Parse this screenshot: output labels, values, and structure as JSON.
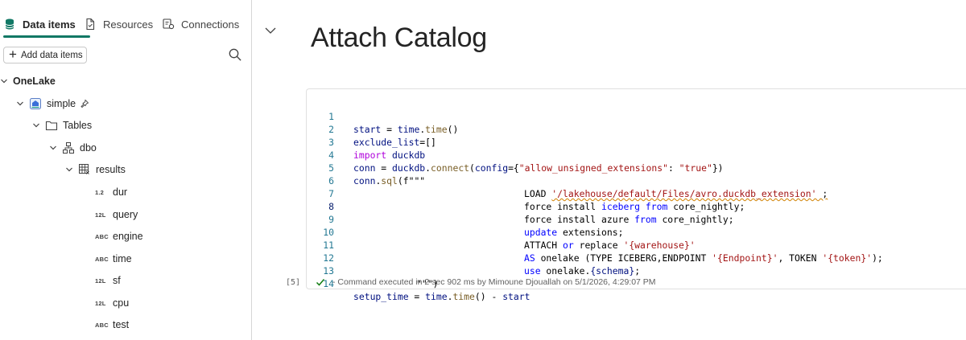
{
  "sidebar": {
    "tabs": [
      {
        "label": "Data items",
        "icon": "database-icon",
        "active": true
      },
      {
        "label": "Resources",
        "icon": "file-icon",
        "active": false
      },
      {
        "label": "Connections",
        "icon": "connection-icon",
        "active": false
      }
    ],
    "add_button_label": "Add data items",
    "tree": {
      "root": "OneLake",
      "lakehouse": "simple",
      "tables_folder": "Tables",
      "schema": "dbo",
      "table": "results",
      "columns": [
        {
          "type": "1.2",
          "name": "dur"
        },
        {
          "type": "12L",
          "name": "query"
        },
        {
          "type": "ABC",
          "name": "engine"
        },
        {
          "type": "ABC",
          "name": "time"
        },
        {
          "type": "12L",
          "name": "sf"
        },
        {
          "type": "12L",
          "name": "cpu"
        },
        {
          "type": "ABC",
          "name": "test"
        }
      ]
    }
  },
  "main": {
    "title": "Attach Catalog",
    "code_lines": [
      "1",
      "2",
      "3",
      "4",
      "5",
      "6",
      "7",
      "8",
      "9",
      "10",
      "11",
      "12",
      "13",
      "14"
    ],
    "code": {
      "l1a": "start",
      "l1b": " = ",
      "l1c": "time",
      "l1d": ".",
      "l1e": "time",
      "l1f": "()",
      "l2a": "exclude_list",
      "l2b": "=[]",
      "l3a": "import",
      "l3b": " ",
      "l3c": "duckdb",
      "l4a": "conn",
      "l4b": " = ",
      "l4c": "duckdb",
      "l4d": ".",
      "l4e": "connect",
      "l4f": "(",
      "l4g": "config",
      "l4h": "={",
      "l4i": "\"allow_unsigned_extensions\"",
      "l4j": ": ",
      "l4k": "\"true\"",
      "l4l": "})",
      "l5a": "conn",
      "l5b": ".",
      "l5c": "sql",
      "l5d": "(f\"\"\"",
      "l6a": "LOAD ",
      "l6b": "'/lakehouse/default/Files/avro.duckdb_extension'",
      "l6c": " ;",
      "l7a": "force install ",
      "l7b": "iceberg",
      "l7c": " from ",
      "l7d": "core_nightly;",
      "l8a": "force install azure ",
      "l8b": "from",
      "l8c": " core_nightly;",
      "l9a": "update",
      "l9b": " extensions;",
      "l10a": "ATTACH ",
      "l10b": "or",
      "l10c": " replace ",
      "l10d": "'{warehouse}'",
      "l11a": "AS",
      "l11b": " onelake (TYPE ICEBERG,ENDPOINT ",
      "l11c": "'{Endpoint}'",
      "l11d": ", TOKEN ",
      "l11e": "'{token}'",
      "l11f": ");",
      "l12a": "use",
      "l12b": " onelake.",
      "l12c": "{schema}",
      "l12d": ";",
      "l13a": "\"\"\")",
      "l14a": "setup_time",
      "l14b": " = ",
      "l14c": "time",
      "l14d": ".",
      "l14e": "time",
      "l14f": "() - ",
      "l14g": "start"
    },
    "exec_count": "[5]",
    "exec_message": "- Command executed in 2 sec 902 ms by Mimoune Djouallah on 5/1/2026, 4:29:07 PM"
  },
  "colors": {
    "accent": "#117865",
    "keyword": "#af00db",
    "builtin": "#0000ff",
    "function": "#795e26",
    "variable": "#001080",
    "string": "#a31515",
    "line_number": "#237893",
    "success": "#107c10"
  }
}
